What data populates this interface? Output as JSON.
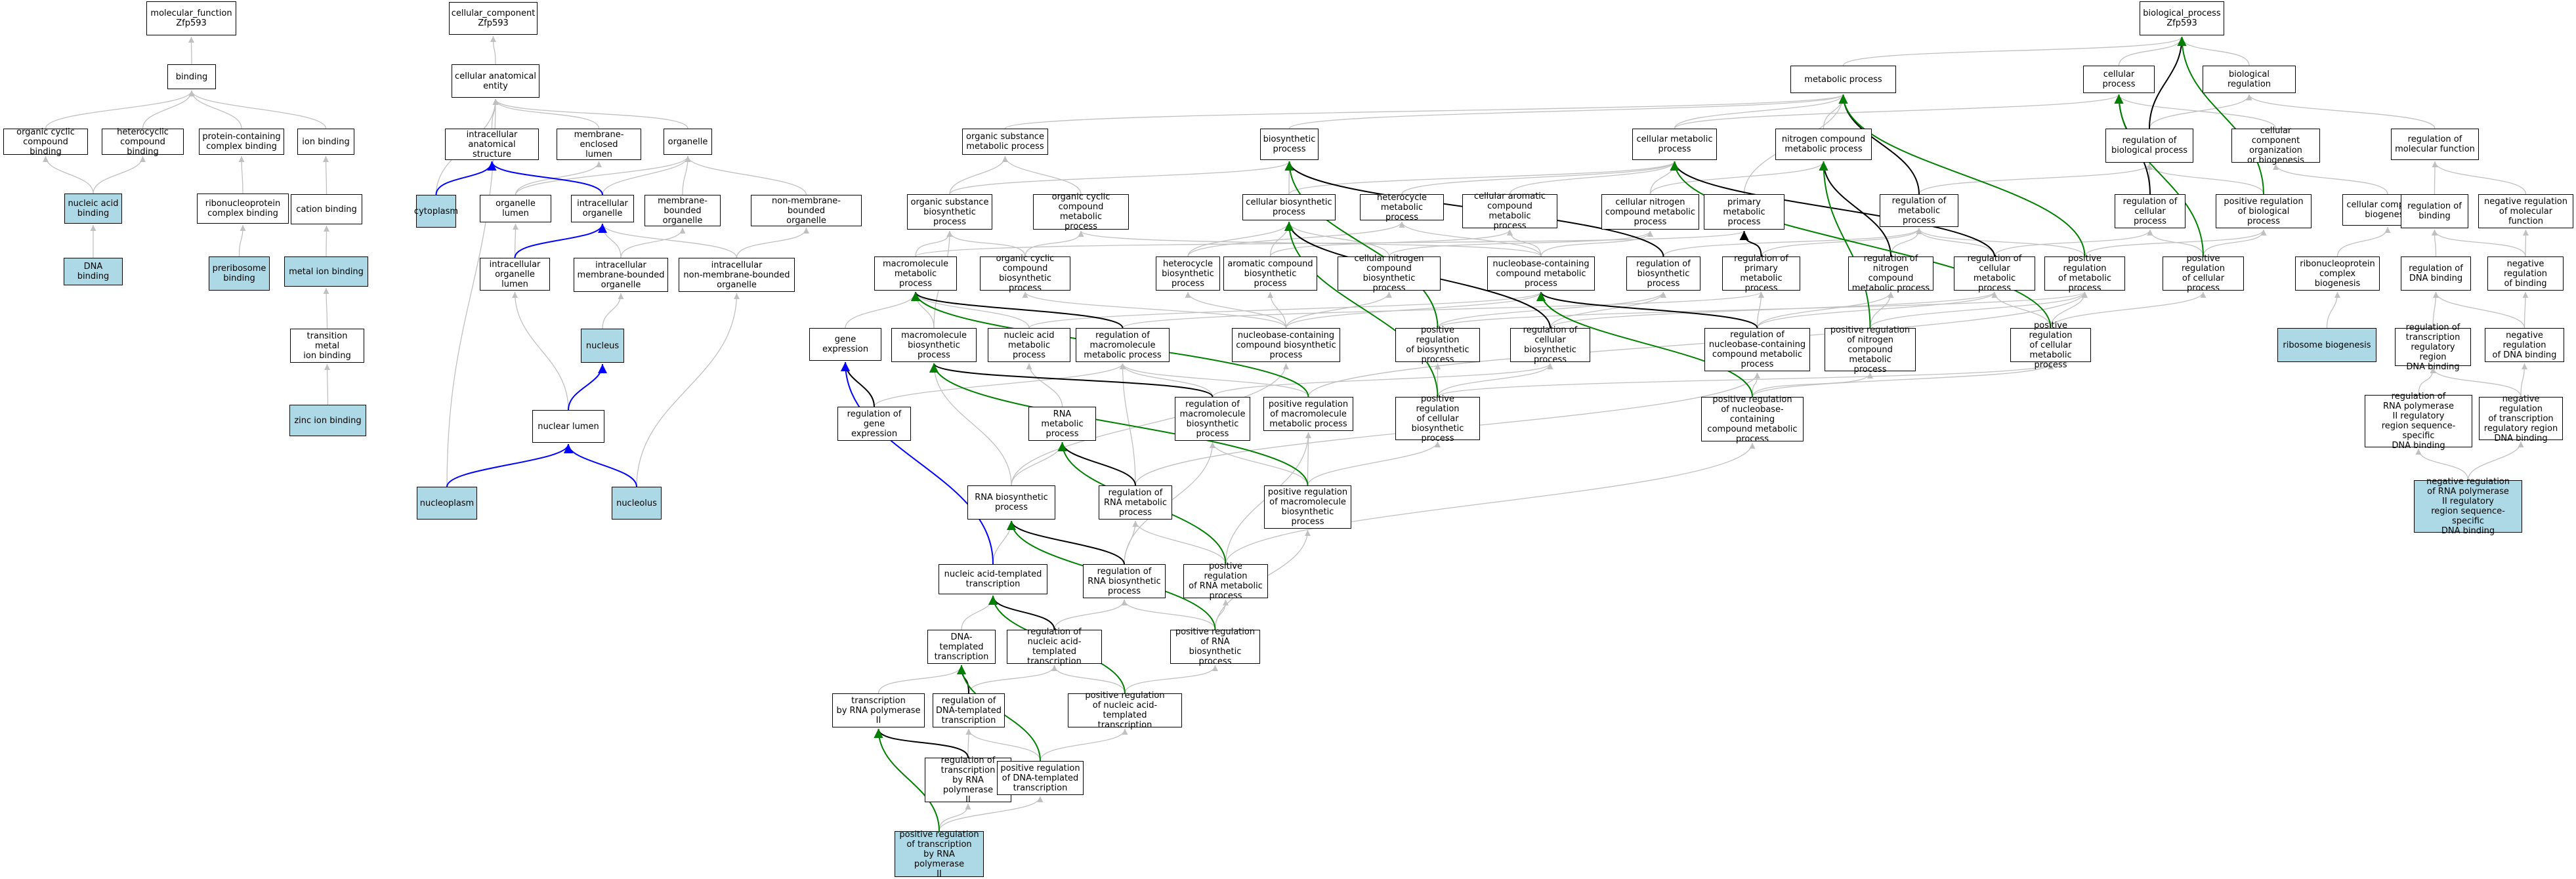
{
  "colors": {
    "highlight": "#add8e6",
    "is_a": "#c0c0c0",
    "part_of": "#0000ff",
    "regulates": "#000000",
    "positively_regulates": "#008000"
  },
  "nodes": {
    "n1": "molecular_function\nZfp593",
    "n2": "binding",
    "n3": "organic cyclic\ncompound binding",
    "n4": "heterocyclic\ncompound binding",
    "n5": "protein-containing\ncomplex binding",
    "n6": "ion binding",
    "n7": "nucleic acid\nbinding",
    "n8": "ribonucleoprotein\ncomplex binding",
    "n9": "cation binding",
    "n10": "DNA binding",
    "n11": "preribosome\nbinding",
    "n12": "metal ion binding",
    "n13": "transition metal\nion binding",
    "n14": "zinc ion binding",
    "n15": "cellular_component\nZfp593",
    "n16": "cellular anatomical\nentity",
    "n17": "intracellular\nanatomical structure",
    "n18": "membrane-enclosed\nlumen",
    "n19": "organelle",
    "n20": "cytoplasm",
    "n21": "organelle lumen",
    "n22": "intracellular\norganelle",
    "n23": "membrane-bounded\norganelle",
    "n24": "non-membrane-bounded\norganelle",
    "n25": "intracellular\norganelle lumen",
    "n26": "intracellular\nmembrane-bounded\norganelle",
    "n27": "intracellular\nnon-membrane-bounded\norganelle",
    "n28": "nucleus",
    "n29": "nuclear lumen",
    "n30": "nucleoplasm",
    "n31": "nucleolus",
    "n32": "biological_process\nZfp593",
    "n33": "metabolic process",
    "n34": "cellular process",
    "n35": "biological regulation",
    "n36": "organic substance\nmetabolic process",
    "n37": "biosynthetic\nprocess",
    "n38": "cellular metabolic\nprocess",
    "n39": "nitrogen compound\nmetabolic process",
    "n40": "regulation of\nbiological process",
    "n41": "cellular component\norganization\nor biogenesis",
    "n42": "regulation of\nmolecular function",
    "n43": "organic substance\nbiosynthetic\nprocess",
    "n44": "organic cyclic\ncompound metabolic\nprocess",
    "n45": "cellular biosynthetic\nprocess",
    "n46": "heterocycle\nmetabolic process",
    "n47": "cellular aromatic\ncompound metabolic\nprocess",
    "n48": "cellular nitrogen\ncompound metabolic\nprocess",
    "n49": "primary metabolic\nprocess",
    "n50": "regulation of\nmetabolic process",
    "n51": "regulation of\ncellular process",
    "n52": "positive regulation\nof biological\nprocess",
    "n53": "cellular component\nbiogenesis",
    "n54": "regulation of\nbinding",
    "n55": "negative regulation\nof molecular\nfunction",
    "n56": "macromolecule\nmetabolic process",
    "n57": "organic cyclic\ncompound biosynthetic\nprocess",
    "n58": "heterocycle\nbiosynthetic\nprocess",
    "n59": "aromatic compound\nbiosynthetic\nprocess",
    "n60": "cellular nitrogen\ncompound biosynthetic\nprocess",
    "n61": "nucleobase-containing\ncompound metabolic\nprocess",
    "n62": "regulation of\nbiosynthetic\nprocess",
    "n63": "regulation of\nprimary metabolic\nprocess",
    "n64": "regulation of\nnitrogen compound\nmetabolic process",
    "n65": "regulation of\ncellular metabolic\nprocess",
    "n66": "positive regulation\nof metabolic\nprocess",
    "n67": "positive regulation\nof cellular\nprocess",
    "n68": "ribonucleoprotein\ncomplex biogenesis",
    "n69": "regulation of\nDNA binding",
    "n70": "negative regulation\nof binding",
    "n71": "gene expression",
    "n72": "macromolecule\nbiosynthetic\nprocess",
    "n73": "nucleic acid\nmetabolic process",
    "n74": "regulation of\nmacromolecule\nmetabolic process",
    "n75": "nucleobase-containing\ncompound biosynthetic\nprocess",
    "n76": "positive regulation\nof biosynthetic\nprocess",
    "n77": "regulation of\ncellular biosynthetic\nprocess",
    "n78": "regulation of\nnucleobase-containing\ncompound metabolic\nprocess",
    "n79": "positive regulation\nof nitrogen\ncompound metabolic\nprocess",
    "n80": "positive regulation\nof cellular\nmetabolic process",
    "n81": "ribosome biogenesis",
    "n82": "regulation of\ntranscription\nregulatory region\nDNA binding",
    "n83": "negative regulation\nof DNA binding",
    "n84": "regulation of\ngene expression",
    "n85": "RNA metabolic\nprocess",
    "n86": "regulation of\nmacromolecule\nbiosynthetic\nprocess",
    "n87": "positive regulation\nof macromolecule\nmetabolic process",
    "n88": "positive regulation\nof cellular\nbiosynthetic\nprocess",
    "n89": "positive regulation\nof nucleobase-containing\ncompound metabolic\nprocess",
    "n90": "regulation of\nRNA polymerase\nII regulatory\nregion sequence-specific\nDNA binding",
    "n91": "negative regulation\nof transcription\nregulatory region\nDNA binding",
    "n92": "RNA biosynthetic\nprocess",
    "n93": "regulation of\nRNA metabolic\nprocess",
    "n94": "positive regulation\nof macromolecule\nbiosynthetic\nprocess",
    "n95": "negative regulation\nof RNA polymerase\nII regulatory\nregion sequence-specific\nDNA binding",
    "n96": "nucleic acid-templated\ntranscription",
    "n97": "regulation of\nRNA biosynthetic\nprocess",
    "n98": "positive regulation\nof RNA metabolic\nprocess",
    "n99": "DNA-templated\ntranscription",
    "n100": "regulation of\nnucleic acid-templated\ntranscription",
    "n101": "positive regulation\nof RNA biosynthetic\nprocess",
    "n102": "transcription\nby RNA polymerase\nII",
    "n103": "regulation of\nDNA-templated\ntranscription",
    "n104": "positive regulation\nof nucleic acid-templated\ntranscription",
    "n105": "regulation of\ntranscription\nby RNA polymerase\nII",
    "n106": "positive regulation\nof DNA-templated\ntranscription",
    "n107": "positive regulation\nof transcription\nby RNA polymerase\nII"
  }
}
